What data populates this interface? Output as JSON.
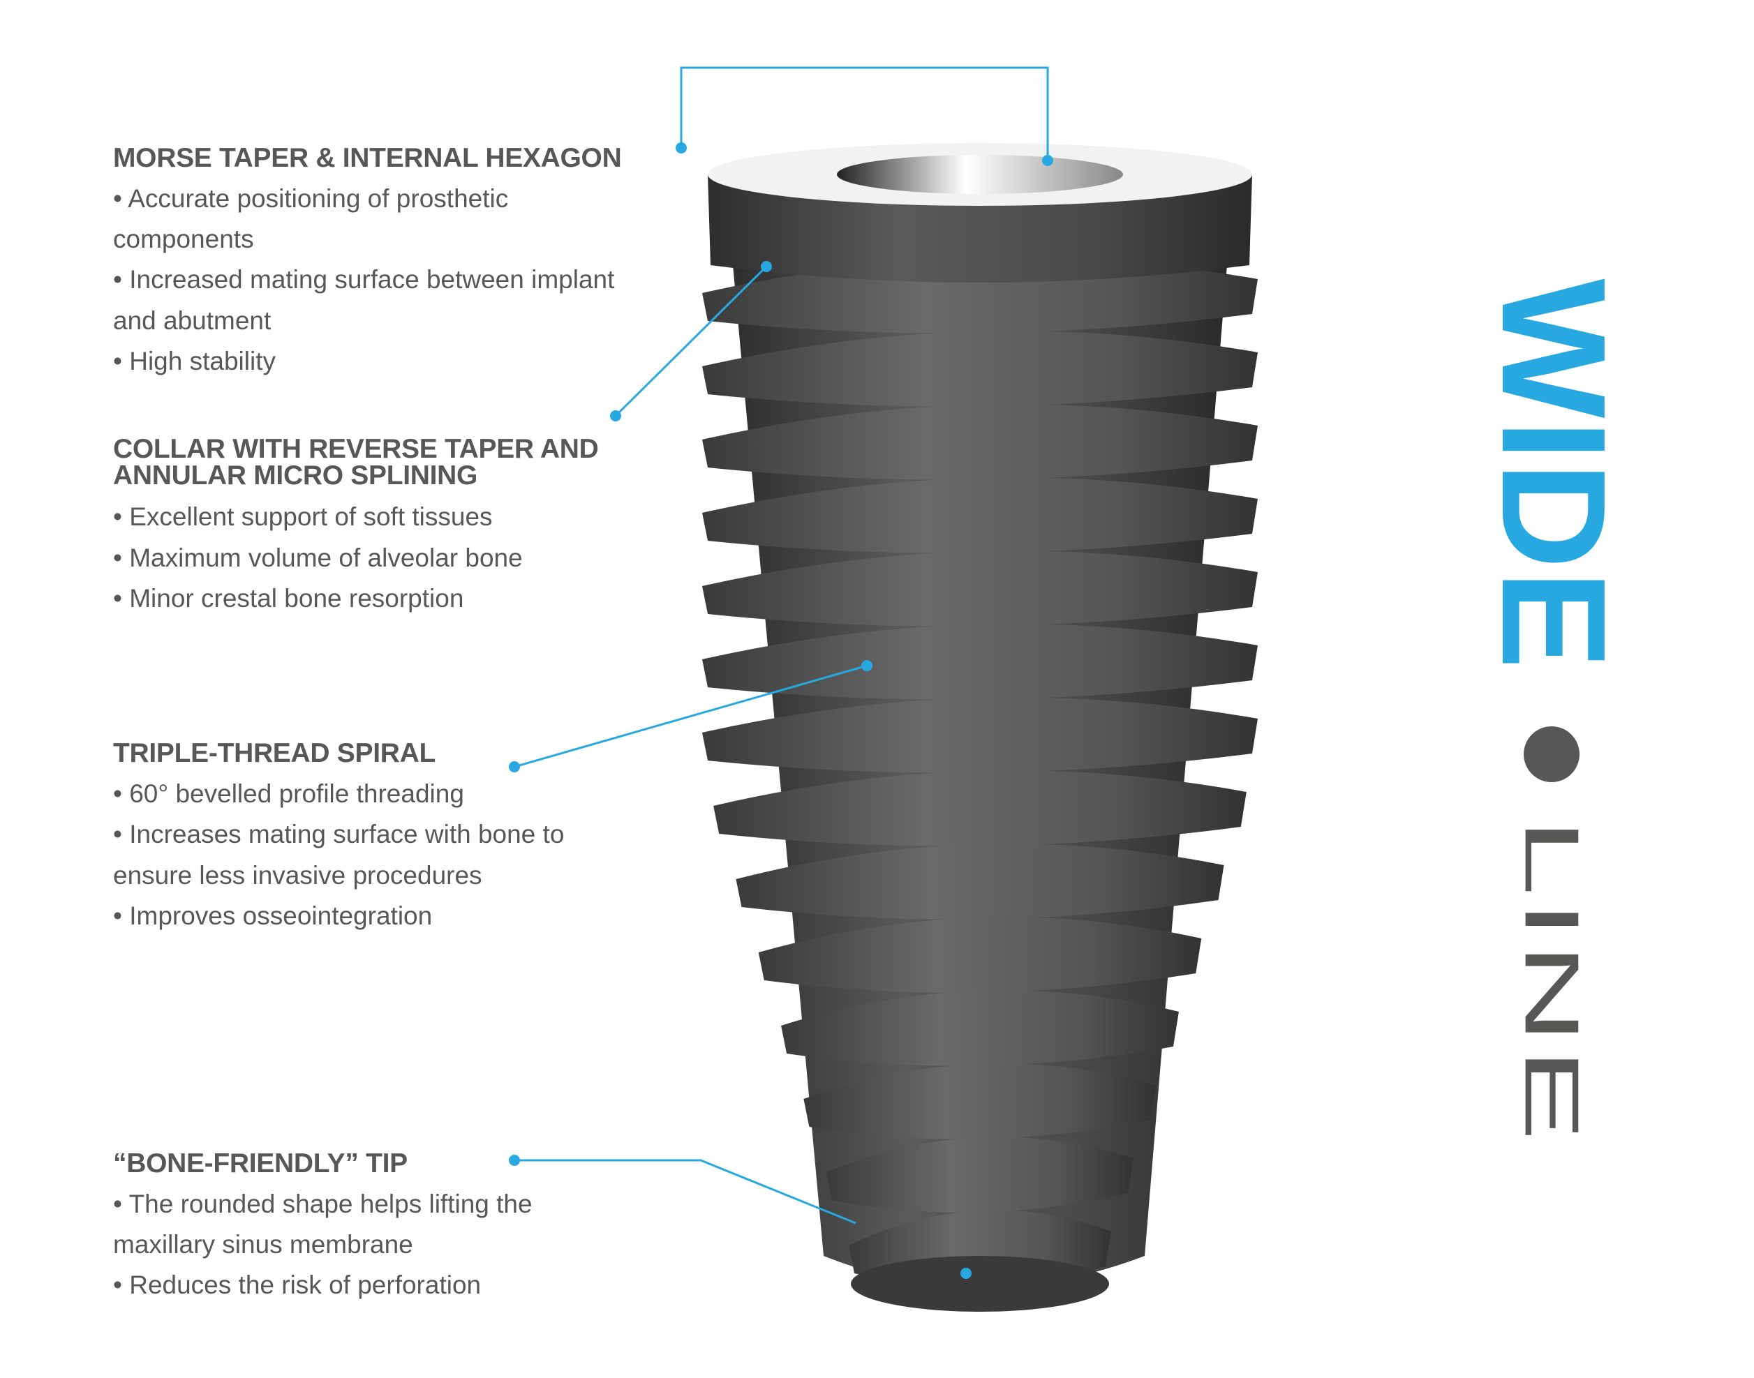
{
  "sections": [
    {
      "heading": "MORSE TAPER & INTERNAL HEXAGON",
      "lines": [
        "• Accurate positioning of prosthetic",
        "components",
        "• Increased mating surface between implant",
        "and abutment",
        "• High stability"
      ]
    },
    {
      "heading_lines": [
        "COLLAR WITH REVERSE TAPER AND",
        "ANNULAR MICRO SPLINING"
      ],
      "lines": [
        "• Excellent support of soft tissues",
        "• Maximum volume of alveolar bone",
        "• Minor crestal bone resorption"
      ]
    },
    {
      "heading": "TRIPLE-THREAD SPIRAL",
      "lines": [
        "• 60° bevelled profile threading",
        "• Increases mating surface with bone to",
        "ensure less invasive procedures",
        "• Improves osseointegration"
      ]
    },
    {
      "heading": "“BONE-FRIENDLY” TIP",
      "lines": [
        "• The rounded shape helps lifting the",
        "maxillary sinus membrane",
        "• Reduces the risk of perforation"
      ]
    }
  ],
  "logo": {
    "word1": "WIDE",
    "word2": "LINE"
  },
  "colors": {
    "accent": "#27a8e0",
    "text": "#575756",
    "implant": "#3f3f3f"
  }
}
